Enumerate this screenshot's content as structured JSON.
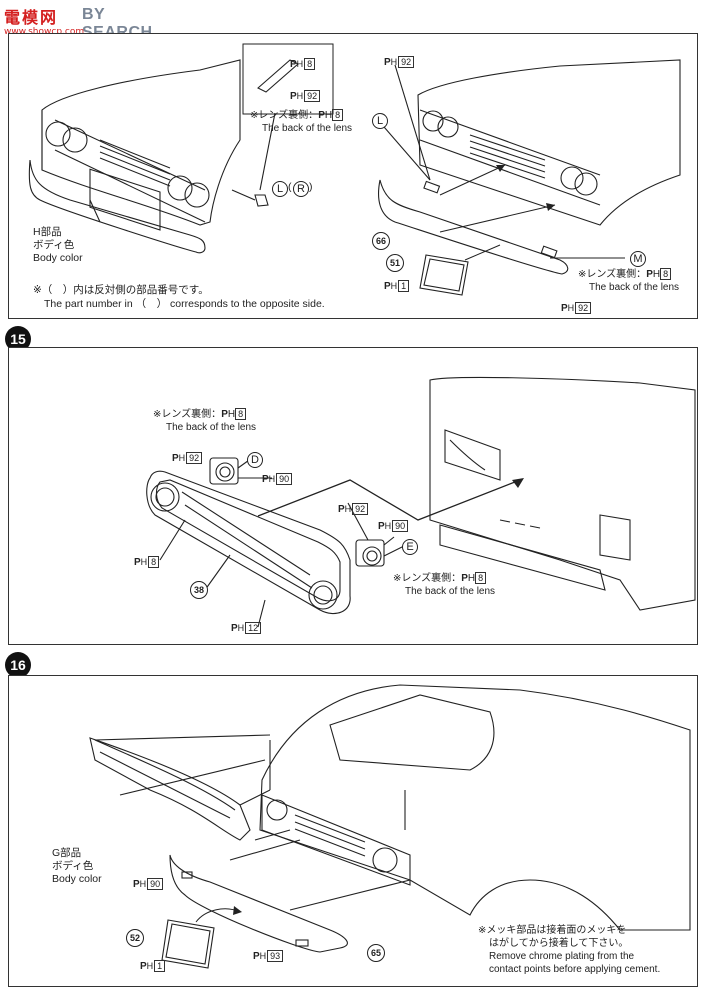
{
  "watermark": {
    "logo": "電模网",
    "search": "SEARCH",
    "url": "www.showcp.com",
    "prefix": "BY"
  },
  "steps": [
    {
      "number": "15"
    },
    {
      "number": "16"
    }
  ],
  "step14": {
    "parts_h": "H部品",
    "body_color_jp": "ボディ色",
    "body_color_en": "Body color",
    "note_jp": "※（　）内は反対側の部品番号です。",
    "note_en": "The part number in （　） corresponds to the opposite side.",
    "lens_jp": "※レンズ裏側：",
    "lens_en": "The back of the lens",
    "part_L": "L",
    "part_R": "R",
    "part_M": "M",
    "num_66": "66",
    "num_51": "51",
    "ph8": "8",
    "ph92": "92",
    "ph1": "1"
  },
  "step15": {
    "lens_jp": "※レンズ裏側：",
    "lens_en": "The back of the lens",
    "part_D": "D",
    "part_E": "E",
    "num_38": "38",
    "ph8": "8",
    "ph92": "92",
    "ph90": "90",
    "ph12": "12"
  },
  "step16": {
    "parts_g": "G部品",
    "body_color_jp": "ボディ色",
    "body_color_en": "Body color",
    "num_52": "52",
    "num_65": "65",
    "ph90": "90",
    "ph93": "93",
    "ph1": "1",
    "chrome_jp1": "※メッキ部品は接着面のメッキを",
    "chrome_jp2": "はがしてから接着して下さい。",
    "chrome_en1": "Remove chrome plating from the",
    "chrome_en2": "contact points before applying cement."
  },
  "ph_prefix": "P",
  "ph_sub": "H"
}
